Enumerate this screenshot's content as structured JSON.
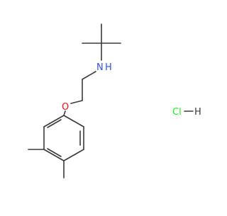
{
  "molecule": {
    "atoms": {
      "nitrogen": "N",
      "hydrogen_on_n": "H",
      "oxygen": "O",
      "hcl_cl": "Cl",
      "hcl_h": "H"
    },
    "colors": {
      "bond": "#3a3a3a",
      "nitrogen": "#3050f8",
      "oxygen": "#ff0d0d",
      "chlorine": "#1ff01f",
      "hydrogen": "#3a3a3a"
    }
  }
}
